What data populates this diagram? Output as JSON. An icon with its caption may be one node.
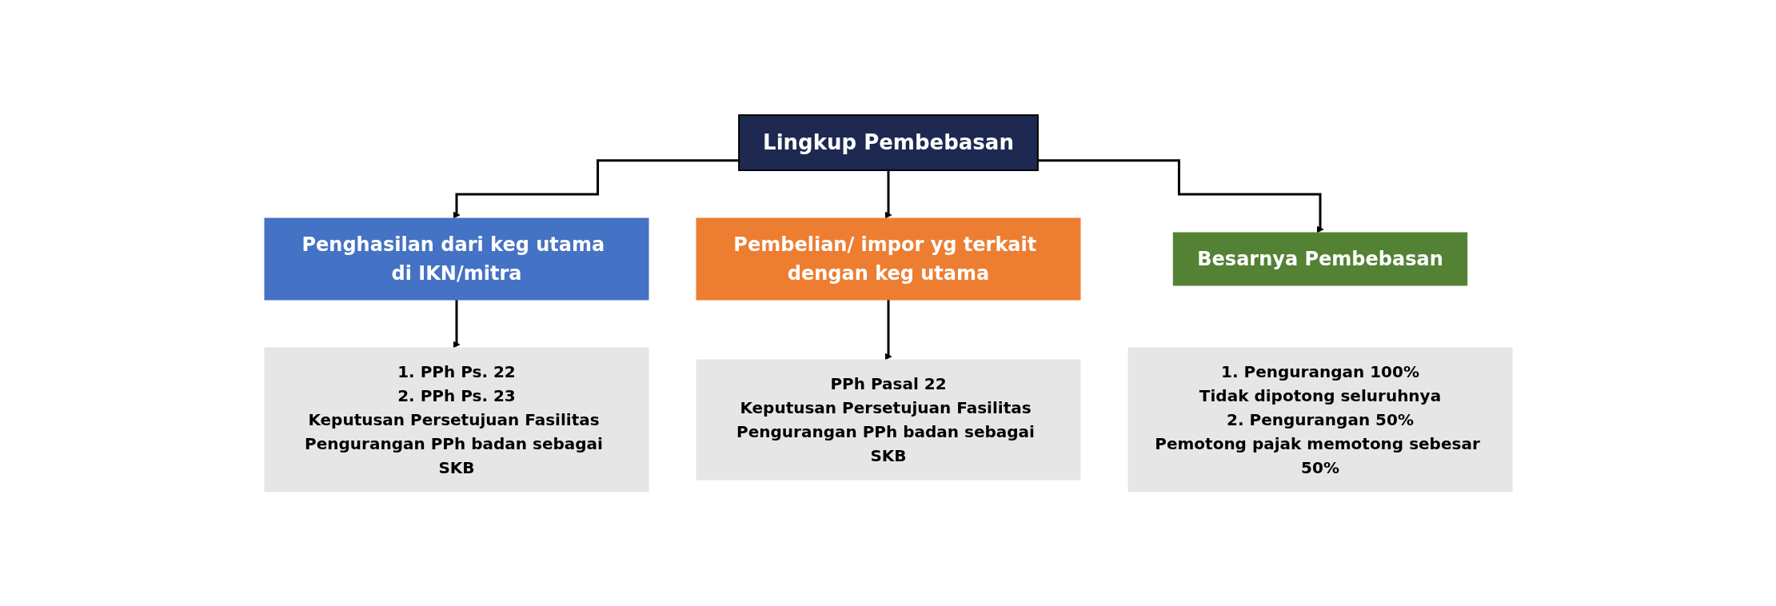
{
  "diagram": {
    "nodes": [
      {
        "text": [
          "Lingkup Pembebasan"
        ]
      },
      {
        "text": [
          "Penghasilan dari keg utama di IKN/mitra"
        ]
      },
      {
        "text": [
          "Pembelian/ impor yg terkait dengan keg utama"
        ]
      },
      {
        "text": [
          "Besarnya Pembebasan"
        ]
      },
      {
        "text": [
          "1. PPh Ps. 22",
          "2. PPh Ps. 23",
          "Keputusan Persetujuan Fasilitas Pengurangan PPh badan sebagai SKB"
        ]
      },
      {
        "text": [
          "PPh Pasal 22",
          "Keputusan Persetujuan Fasilitas Pengurangan PPh badan sebagai SKB"
        ]
      },
      {
        "text": [
          "1. Pengurangan 100%",
          "Tidak dipotong seluruhnya",
          "2. Pengurangan 50%",
          "Pemotong pajak memotong sebesar 50%"
        ]
      }
    ],
    "edges": [
      {
        "from": 0,
        "to": 1,
        "arrow": "to"
      },
      {
        "from": 0,
        "to": 2,
        "arrow": "to"
      },
      {
        "from": 0,
        "to": 3,
        "arrow": "to"
      },
      {
        "from": 1,
        "to": 4,
        "arrow": "to"
      },
      {
        "from": 2,
        "to": 5,
        "arrow": "to"
      }
    ]
  }
}
